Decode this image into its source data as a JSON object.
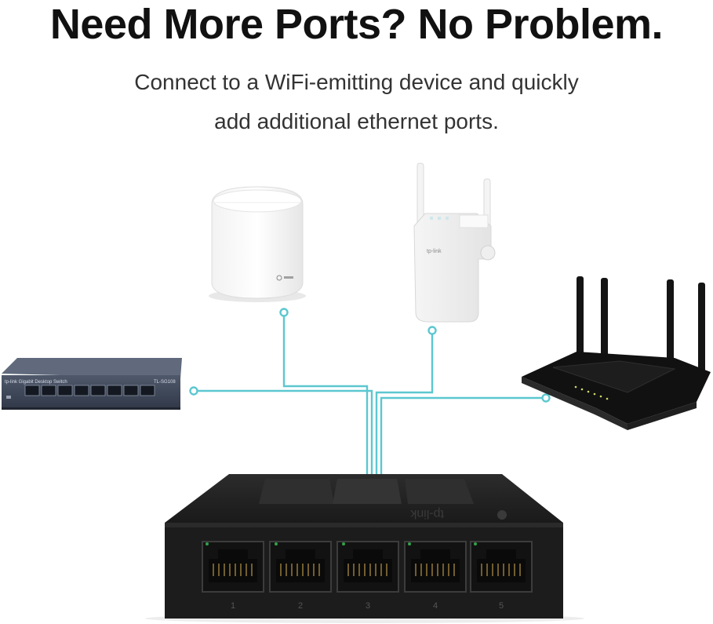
{
  "headline": "Need More Ports? No Problem.",
  "subtitle_line1": "Connect to a WiFi-emitting device and quickly",
  "subtitle_line2": "add additional ethernet ports.",
  "switch_brand": "tp-link",
  "port_numbers": [
    "1",
    "2",
    "3",
    "4",
    "5"
  ],
  "colors": {
    "cable": "#5cc7d0",
    "switch_body": "#1b1b1b",
    "router_body": "#121212",
    "background": "#ffffff"
  },
  "icons": [
    "mesh-unit-icon",
    "range-extender-icon",
    "desktop-switch-icon",
    "wifi-router-icon",
    "tp-link-logo-icon"
  ]
}
